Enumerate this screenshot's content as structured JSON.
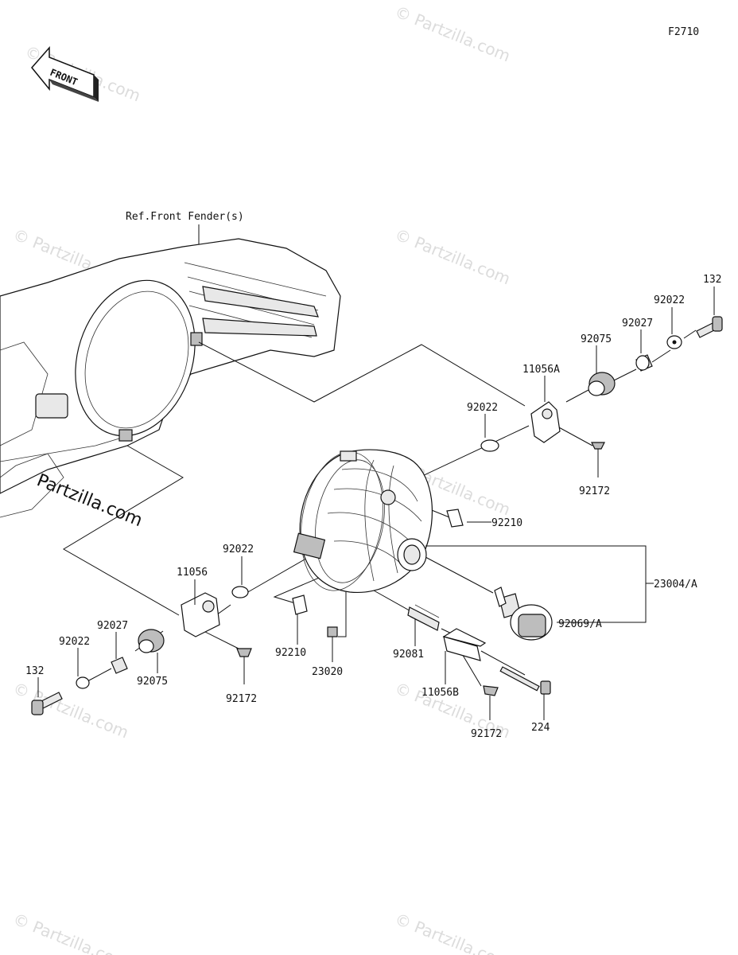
{
  "figure_code": "F2710",
  "front_label": "FRONT",
  "ref_label": "Ref.Front Fender(s)",
  "watermark": "© Partzilla.com",
  "parts": {
    "p132_right": "132",
    "p92022_top_right": "92022",
    "p92027_right": "92027",
    "p92075_right": "92075",
    "p11056a": "11056A",
    "p92022_mid": "92022",
    "p92172_right": "92172",
    "p92210_right": "92210",
    "p23004a": "23004/A",
    "p92069a": "92069/A",
    "p92022_left": "92022",
    "p11056": "11056",
    "p92027_left": "92027",
    "p92022_far_left": "92022",
    "p132_left": "132",
    "p92075_left": "92075",
    "p92172_left": "92172",
    "p92210_left": "92210",
    "p23020": "23020",
    "p92081": "92081",
    "p11056b": "11056B",
    "p92172_bottom": "92172",
    "p224": "224"
  }
}
